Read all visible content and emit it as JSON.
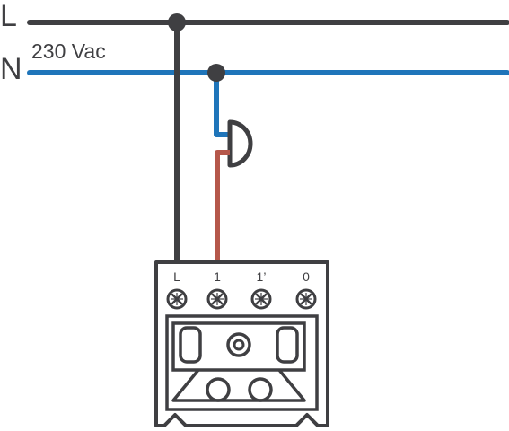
{
  "lines": {
    "live_label": "L",
    "neutral_label": "N",
    "voltage_label": "230 Vac"
  },
  "switch": {
    "terminals": [
      "L",
      "1",
      "1’",
      "0"
    ]
  },
  "colors": {
    "live_wire": "#3f3f42",
    "neutral_wire": "#1f75ba",
    "switched_wire": "#b5574a",
    "outline": "#3f3f42"
  },
  "icons": {
    "lamp": "lamp-symbol",
    "terminal": "screw-terminal",
    "switch": "wall-switch"
  }
}
